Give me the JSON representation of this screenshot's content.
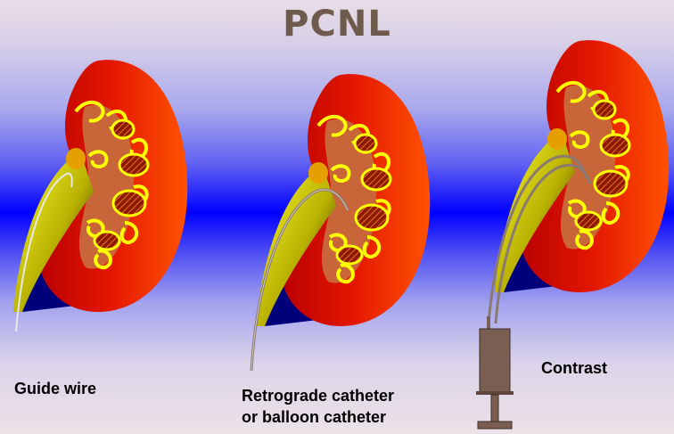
{
  "title": "PCNL",
  "labels": {
    "guide_wire": "Guide wire",
    "retrograde_line1": "Retrograde catheter",
    "retrograde_line2": "or balloon catheter",
    "contrast": "Contrast"
  },
  "colors": {
    "title": "#6f5a4e",
    "kidney_red": "#d40000",
    "kidney_orange": "#ff4a00",
    "calyx_yellow": "#ffff00",
    "sinus_brown": "#c8663a",
    "ureter_yellow": "#f0ee00",
    "syringe": "#7a5e52",
    "background_center": "#0000ff"
  },
  "panels": [
    {
      "instrument": "guide-wire"
    },
    {
      "instrument": "catheter"
    },
    {
      "instrument": "syringe-with-catheters"
    }
  ]
}
